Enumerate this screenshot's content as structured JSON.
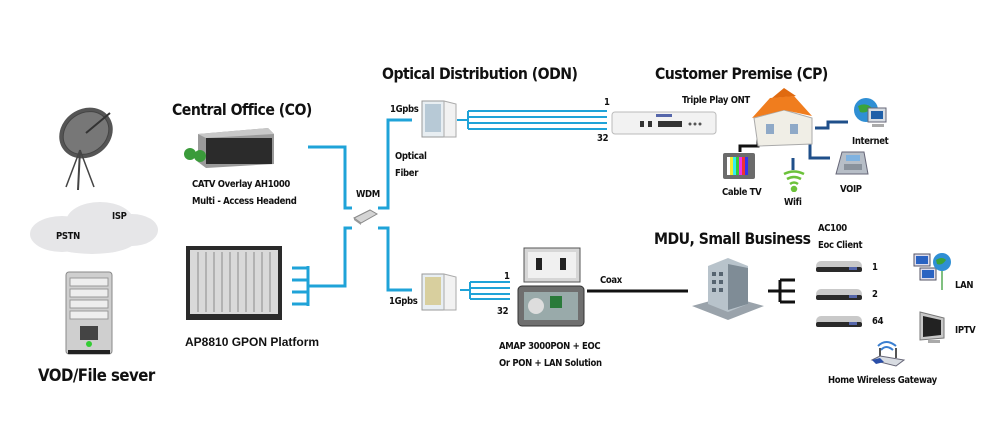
{
  "diagram": {
    "line_color": "#1fa3d8",
    "coax_color": "#111111",
    "sections": {
      "central_office": "Central Office (CO)",
      "odn": "Optical Distribution (ODN)",
      "customer_premise": "Customer Premise (CP)",
      "mdu": "MDU, Small Business"
    },
    "left": {
      "isp": "ISP",
      "pstn": "PSTN",
      "vod": "VOD/File sever"
    },
    "co": {
      "catv_line1": "CATV Overlay AH1000",
      "catv_line2": "Multi - Access Headend",
      "gpon": "AP8810 GPON Platform",
      "wdm": "WDM"
    },
    "odn": {
      "rate_top": "1Gpbs",
      "rate_bottom": "1Gpbs",
      "fiber_line1": "Optical",
      "fiber_line2": "Fiber",
      "split_first_top": "1",
      "split_last_top": "32",
      "split_first_bottom": "1",
      "split_last_bottom": "32",
      "coax": "Coax",
      "amap_line1": "AMAP 3000PON + EOC",
      "amap_line2": "Or PON + LAN Solution"
    },
    "cp": {
      "ont": "Triple Play ONT",
      "internet": "Internet",
      "cable_tv": "Cable TV",
      "wifi": "Wifi",
      "voip": "VOIP"
    },
    "mdu": {
      "client_line1": "AC100",
      "client_line2": "Eoc Client",
      "client_nums": [
        "1",
        "2",
        "64"
      ],
      "lan": "LAN",
      "iptv": "IPTV",
      "gateway": "Home Wireless Gateway"
    }
  }
}
